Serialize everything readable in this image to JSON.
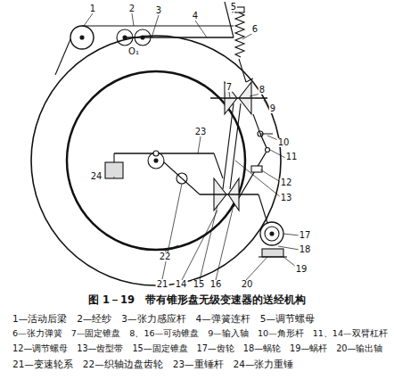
{
  "diagram": {
    "caption": "图 1－19　带有锥形盘无级变速器的送经机构",
    "labels": [
      "1",
      "2",
      "3",
      "4",
      "5",
      "6",
      "7",
      "8",
      "9",
      "10",
      "11",
      "12",
      "13",
      "14",
      "15",
      "16",
      "17",
      "18",
      "19",
      "20",
      "21",
      "22",
      "23",
      "24",
      "O₁",
      "1—活动后梁　2—经纱　3—张力感应杆　4—弹簧连杆　5—调节螺母",
      "6—张力弹簧　7—固定锥盘　8、16—可动锥盘　9—输入轴　10—角形杆　11、14—双臂杠杆",
      "12—调节螺母　13—齿型带　15—固定锥盘　17—齿轮　18—蜗轮　19—蜗杆　20—输出轴",
      "21—变速轮系　22—织轴边盘齿轮　23—重锤杆　24—张力重锤"
    ]
  }
}
